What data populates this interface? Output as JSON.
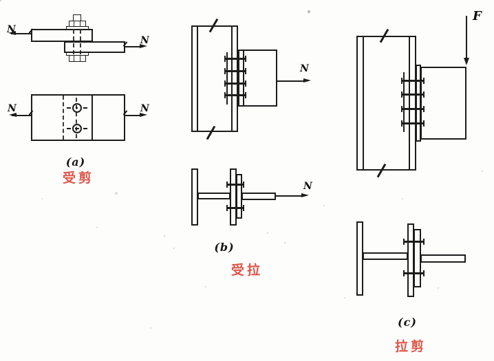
{
  "panels": {
    "a": {
      "label": "(a)",
      "caption": "受剪",
      "forces": {
        "elevation_left": "N",
        "elevation_right": "N",
        "plan_left": "N",
        "plan_right": "N"
      }
    },
    "b": {
      "label": "(b)",
      "caption": "受拉",
      "forces": {
        "elevation": "N",
        "plan": "N"
      }
    },
    "c": {
      "label": "(c)",
      "caption": "拉剪",
      "forces": {
        "elevation": "F"
      }
    }
  },
  "colors": {
    "ink": "#1c1c1c",
    "caption_red": "#e0554a",
    "paper": "#fdfdfb"
  }
}
